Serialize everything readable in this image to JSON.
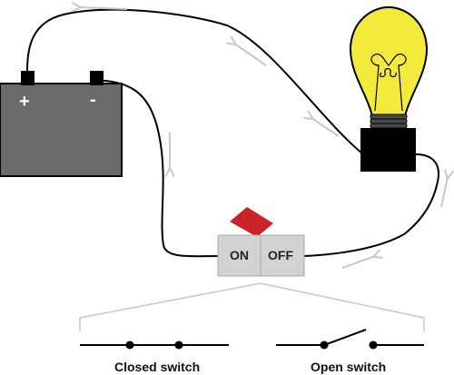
{
  "battery": {
    "positive_label": "+",
    "negative_label": "-",
    "body_color": "#6a6a6a",
    "terminal_color": "#000000"
  },
  "switch": {
    "on_label": "ON",
    "off_label": "OFF",
    "state": "ON",
    "body_color": "#d2d2d2",
    "lever_color": "#cc2229"
  },
  "bulb": {
    "glass_color": "#f3ea3b",
    "base_color": "#000000"
  },
  "wire": {
    "color": "#000000"
  },
  "current_arrows": {
    "color": "#c8c8c8",
    "count": 6
  },
  "legend": {
    "closed_caption": "Closed switch",
    "open_caption": "Open switch"
  }
}
